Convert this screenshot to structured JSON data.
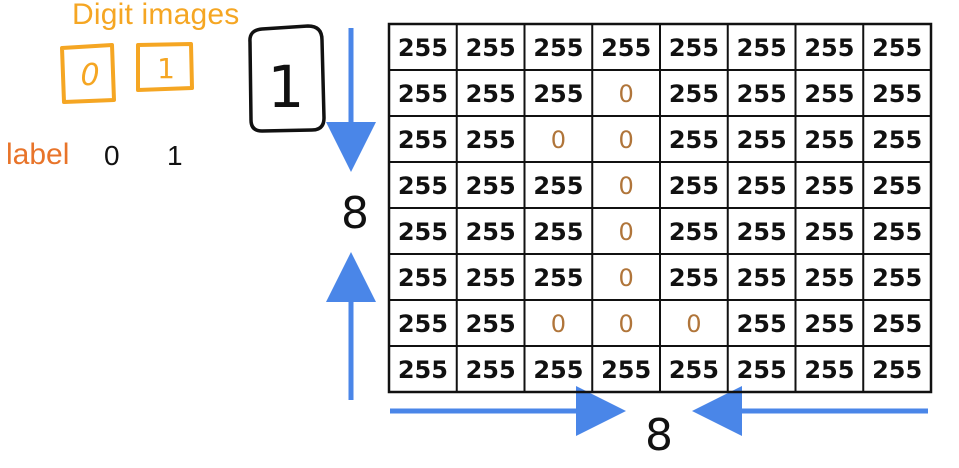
{
  "title": "Digit images",
  "digit_images": [
    "0",
    "1"
  ],
  "label": {
    "text": "label",
    "values": [
      "0",
      "1"
    ]
  },
  "enlarged_digit": "1",
  "dimensions": {
    "rows": "8",
    "cols": "8"
  },
  "grid": [
    [
      "255",
      "255",
      "255",
      "255",
      "255",
      "255",
      "255",
      "255"
    ],
    [
      "255",
      "255",
      "255",
      "0",
      "255",
      "255",
      "255",
      "255"
    ],
    [
      "255",
      "255",
      "0",
      "0",
      "255",
      "255",
      "255",
      "255"
    ],
    [
      "255",
      "255",
      "255",
      "0",
      "255",
      "255",
      "255",
      "255"
    ],
    [
      "255",
      "255",
      "255",
      "0",
      "255",
      "255",
      "255",
      "255"
    ],
    [
      "255",
      "255",
      "255",
      "0",
      "255",
      "255",
      "255",
      "255"
    ],
    [
      "255",
      "255",
      "0",
      "0",
      "0",
      "255",
      "255",
      "255"
    ],
    [
      "255",
      "255",
      "255",
      "255",
      "255",
      "255",
      "255",
      "255"
    ]
  ],
  "colors": {
    "title": "#f5a623",
    "label": "#e8742a",
    "arrow": "#4a86e8",
    "zero_value": "#b0753a",
    "value": "#111111",
    "line": "#111111"
  }
}
